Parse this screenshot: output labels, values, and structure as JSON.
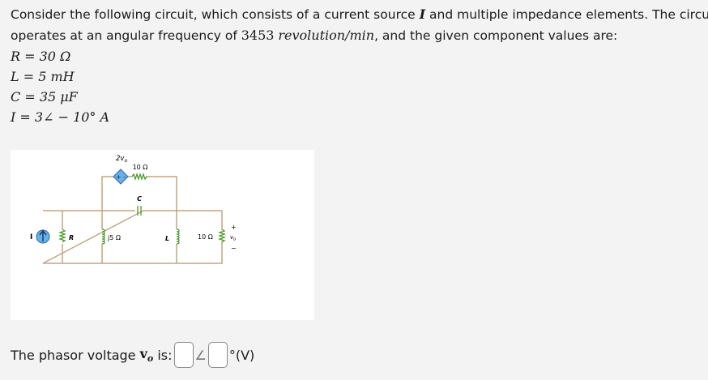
{
  "problem": {
    "line1": "Consider the following circuit, which consists of a current source I and multiple impedance elements. The circuit",
    "line1_pre": "Consider the following circuit, which consists of a current source ",
    "line1_var": "I",
    "line1_post": " and multiple impedance elements. The circuit",
    "line2_pre": "operates at an angular frequency of ",
    "line2_value": "3453",
    "line2_unit": "revolution/min",
    "line2_post": ", and the given component values are:",
    "values": [
      "R = 30  Ω",
      "L = 5 mH",
      "C = 35 μF",
      "I = 3∠ − 10° A"
    ]
  },
  "circuit": {
    "dep_source": "2v",
    "dep_source_sub": "o",
    "dep_source_signs": "+ -",
    "top_resistor": "10 Ω",
    "capacitor": "C",
    "source": "I",
    "resistor": "R",
    "inductor1": "j5 Ω",
    "inductor2": "L",
    "right_resistor": "10 Ω",
    "vo_label": "v",
    "vo_sub": "o",
    "plus": "+",
    "minus": "−",
    "colors": {
      "wire": "#c4a57e",
      "component": "#4c9a2a",
      "source": "#6ab0e8"
    }
  },
  "answer": {
    "prompt": "The phasor voltage ",
    "var": "v",
    "var_sub": "o",
    "suffix": " is:",
    "angle_symbol": "∠",
    "unit": "°(V)",
    "magnitude_value": "",
    "angle_value": ""
  }
}
